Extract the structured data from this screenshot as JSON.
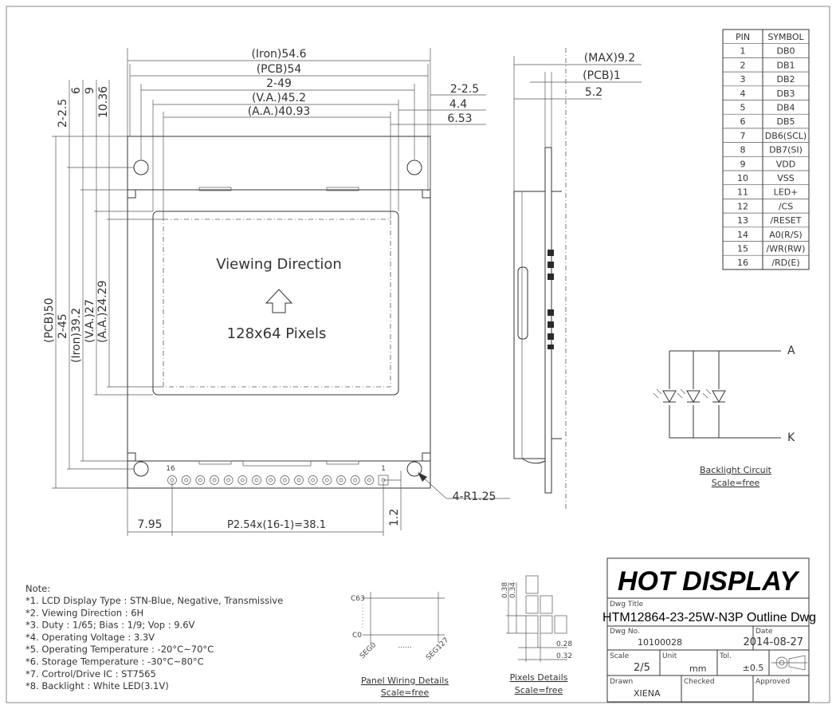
{
  "front_view": {
    "viewing_direction": "Viewing Direction",
    "pixels": "128x64 Pixels",
    "pin_first": "16",
    "pin_last": "1",
    "dims_top": {
      "iron": "(Iron)54.6",
      "pcb": "(PCB)54",
      "holes": "2-49",
      "va": "(V.A.)45.2",
      "aa": "(A.A.)40.93",
      "hole_dia": "2-2.5",
      "va_off": "4.4",
      "aa_off": "6.53"
    },
    "dims_left": {
      "hole_dia": "2-2.5",
      "d6": "6",
      "d9": "9",
      "d1036": "10.36",
      "pcb": "(PCB)50",
      "holes": "2-45",
      "iron": "(Iron)39.2",
      "va": "(V.A.)27",
      "aa": "(A.A.)24.29"
    },
    "dims_bottom": {
      "offset": "7.95",
      "pitch": "P2.54x(16-1)=38.1",
      "pin_off": "1.2",
      "radius": "4-R1.25"
    }
  },
  "side_view": {
    "max": "(MAX)9.2",
    "pcb": "(PCB)1",
    "d52": "5.2"
  },
  "pin_table": {
    "headers": [
      "PIN",
      "SYMBOL"
    ],
    "rows": [
      [
        "1",
        "DB0"
      ],
      [
        "2",
        "DB1"
      ],
      [
        "3",
        "DB2"
      ],
      [
        "4",
        "DB3"
      ],
      [
        "5",
        "DB4"
      ],
      [
        "6",
        "DB5"
      ],
      [
        "7",
        "DB6(SCL)"
      ],
      [
        "8",
        "DB7(SI)"
      ],
      [
        "9",
        "VDD"
      ],
      [
        "10",
        "VSS"
      ],
      [
        "11",
        "LED+"
      ],
      [
        "12",
        "/CS"
      ],
      [
        "13",
        "/RESET"
      ],
      [
        "14",
        "A0(R/S)"
      ],
      [
        "15",
        "/WR(RW)"
      ],
      [
        "16",
        "/RD(E)"
      ]
    ]
  },
  "backlight": {
    "anode": "A",
    "cathode": "K",
    "title": "Backlight Circuit",
    "scale": "Scale=free"
  },
  "notes": {
    "heading": "Note:",
    "items": [
      "*1. LCD Display Type : STN-Blue, Negative, Transmissive",
      "*2. Viewing Direction : 6H",
      "*3. Duty : 1/65; Bias : 1/9; Vop : 9.6V",
      "*4. Operating Voltage : 3.3V",
      "*5. Operating Temperature : -20°C~70°C",
      "*6. Storage Temperature : -30°C~80°C",
      "*7. Cortrol/Drive IC : ST7565",
      "*8. Backlight : White LED(3.1V)"
    ]
  },
  "panel_wiring": {
    "c_top": "C63",
    "c_bottom": "C0",
    "seg_first": "SEG0",
    "seg_last": "SEG127",
    "ellipsis": "......",
    "title": "Panel Wiring Details",
    "scale": "Scale=free"
  },
  "pixel_details": {
    "d038": "0.38",
    "d034": "0.34",
    "d028": "0.28",
    "d032": "0.32",
    "title": "Pixels Details",
    "scale": "Scale=free"
  },
  "title_block": {
    "company": "HOT DISPLAY",
    "dwg_title_label": "Dwg Title",
    "dwg_title": "HTM12864-23-25W-N3P Outline Dwg",
    "dwg_no_label": "Dwg No.",
    "dwg_no": "10100028",
    "date_label": "Date",
    "date": "2014-08-27",
    "scale_label": "Scale",
    "scale": "2/5",
    "unit_label": "Unit",
    "unit": "mm",
    "tol_label": "Tol.",
    "tol": "±0.5",
    "drawn_label": "Drawn",
    "drawn": "XIENA",
    "checked_label": "Checked",
    "approved_label": "Approved",
    "projection_icon": "first-angle-projection-icon"
  }
}
